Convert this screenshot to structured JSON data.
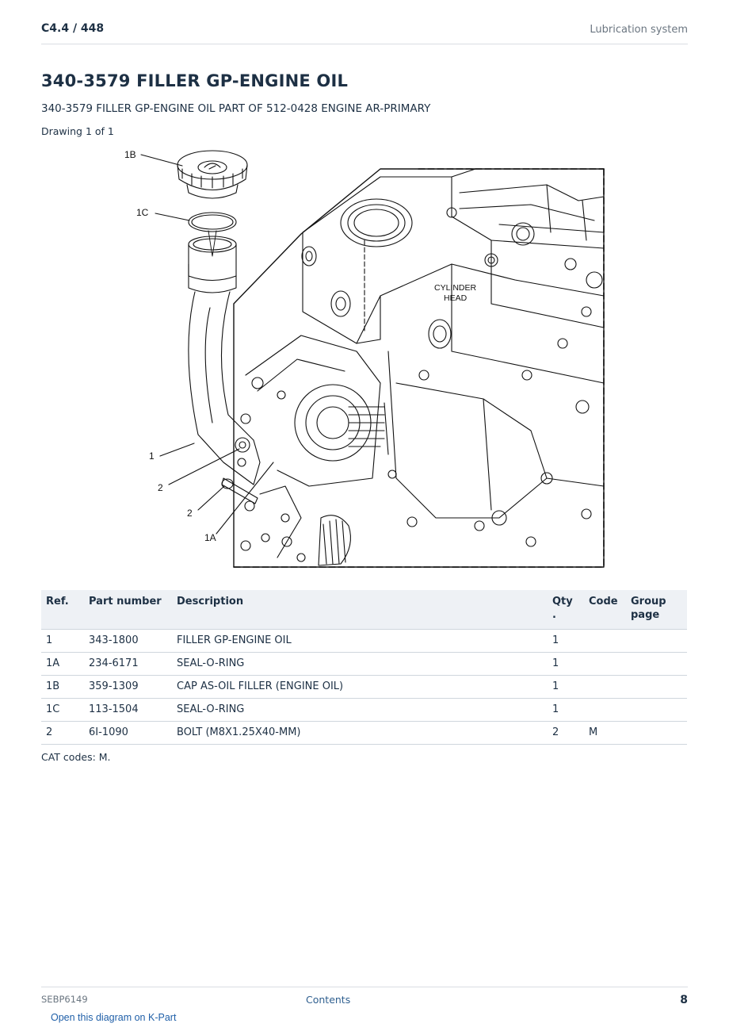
{
  "header": {
    "left": "C4.4  /  448",
    "right": "Lubrication system"
  },
  "title": "340-3579 FILLER GP-ENGINE OIL",
  "subtitle": "340-3579 FILLER GP-ENGINE OIL PART OF 512-0428 ENGINE AR-PRIMARY",
  "drawing_label": "Drawing 1 of 1",
  "diagram": {
    "callouts": [
      "1B",
      "1C",
      "1",
      "2",
      "2",
      "1A"
    ],
    "cylinder_head": [
      "CYLINDER",
      "HEAD"
    ]
  },
  "table": {
    "headers": {
      "ref": "Ref.",
      "part_number": "Part number",
      "description": "Description",
      "qty": "Qty\n.",
      "code": "Code",
      "group_page": "Group page"
    },
    "rows": [
      {
        "ref": "1",
        "part_number": "343-1800",
        "description": "FILLER GP-ENGINE OIL",
        "qty": "1",
        "code": "",
        "group_page": ""
      },
      {
        "ref": "1A",
        "part_number": "234-6171",
        "description": "SEAL-O-RING",
        "qty": "1",
        "code": "",
        "group_page": ""
      },
      {
        "ref": "1B",
        "part_number": "359-1309",
        "description": "CAP AS-OIL FILLER (ENGINE OIL)",
        "qty": "1",
        "code": "",
        "group_page": ""
      },
      {
        "ref": "1C",
        "part_number": "113-1504",
        "description": "SEAL-O-RING",
        "qty": "1",
        "code": "",
        "group_page": ""
      },
      {
        "ref": "2",
        "part_number": "6I-1090",
        "description": "BOLT (M8X1.25X40-MM)",
        "qty": "2",
        "code": "M",
        "group_page": ""
      }
    ]
  },
  "notes": "CAT codes: M.",
  "footer": {
    "doc_id": "SEBP6149",
    "contents_link": "Contents",
    "page_number": "8",
    "kpart_link": "Open this diagram on K-Part"
  }
}
